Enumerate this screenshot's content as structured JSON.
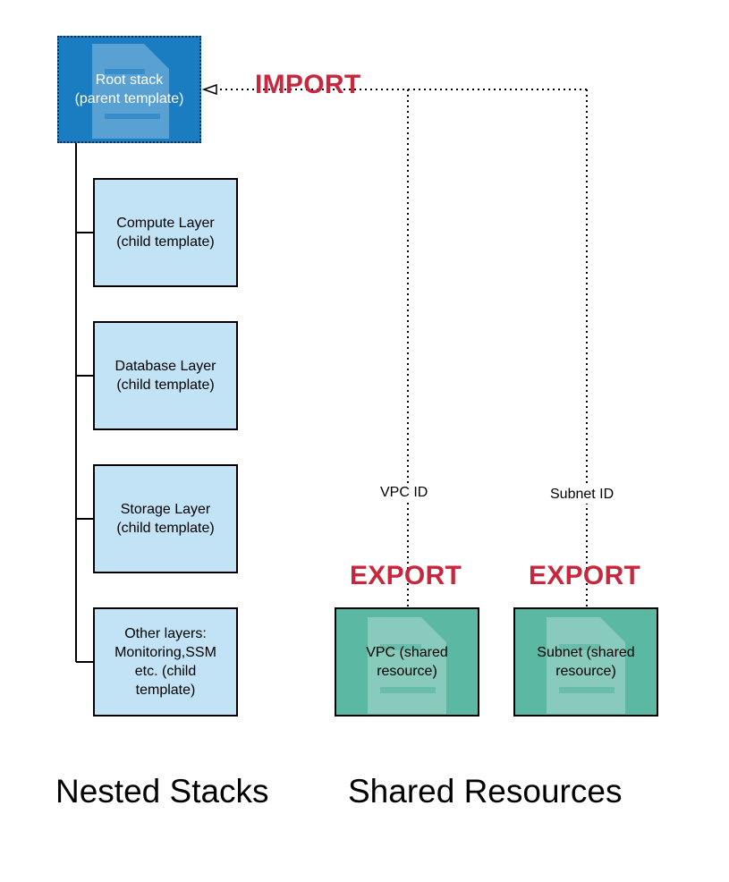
{
  "nodes": {
    "root": "Root stack\n(parent template)",
    "compute": "Compute Layer\n(child template)",
    "database": "Database Layer\n(child template)",
    "storage": "Storage Layer\n(child template)",
    "other": "Other layers:\nMonitoring,SSM\netc. (child\ntemplate)",
    "vpc": "VPC (shared\nresource)",
    "subnet": "Subnet (shared\nresource)"
  },
  "edges": {
    "import_tag": "IMPORT",
    "export_tag": "EXPORT",
    "vpc_id": "VPC ID",
    "subnet_id": "Subnet ID"
  },
  "sections": {
    "nested": "Nested Stacks",
    "shared": "Shared Resources"
  },
  "colors": {
    "root_fill": "#1a7dc1",
    "child_fill": "#c2e3f5",
    "shared_fill": "#5bb8a3",
    "tag_color": "#c8273d"
  },
  "icons": {
    "document": "document-icon"
  }
}
